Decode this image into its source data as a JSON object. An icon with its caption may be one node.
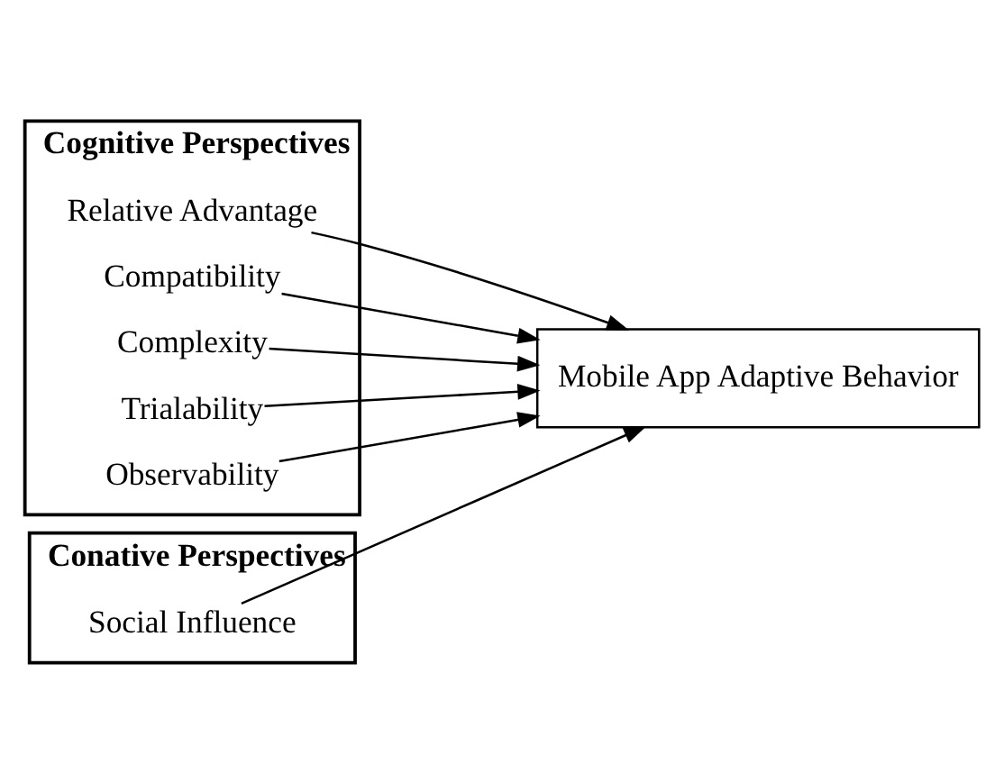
{
  "diagram": {
    "nodes": [
      {
        "text": [
          "Cognitive Perspectives"
        ]
      },
      {
        "text": [
          "Relative Advantage"
        ],
        "in": 0
      },
      {
        "text": [
          "Compatibility"
        ],
        "in": 0
      },
      {
        "text": [
          "Complexity"
        ],
        "in": 0
      },
      {
        "text": [
          "Trialability"
        ],
        "in": 0
      },
      {
        "text": [
          "Observability"
        ],
        "in": 0
      },
      {
        "text": [
          "Conative Perspectives"
        ]
      },
      {
        "text": [
          "Social Influence"
        ],
        "in": 6
      },
      {
        "text": [
          "Mobile App Adaptive Behavior"
        ]
      }
    ],
    "edges": [
      {
        "from": 1,
        "to": 8,
        "arrow": "to"
      },
      {
        "from": 2,
        "to": 8,
        "arrow": "to"
      },
      {
        "from": 3,
        "to": 8,
        "arrow": "to"
      },
      {
        "from": 4,
        "to": 8,
        "arrow": "to"
      },
      {
        "from": 5,
        "to": 8,
        "arrow": "to"
      },
      {
        "from": 7,
        "to": 8,
        "arrow": "to"
      }
    ]
  }
}
